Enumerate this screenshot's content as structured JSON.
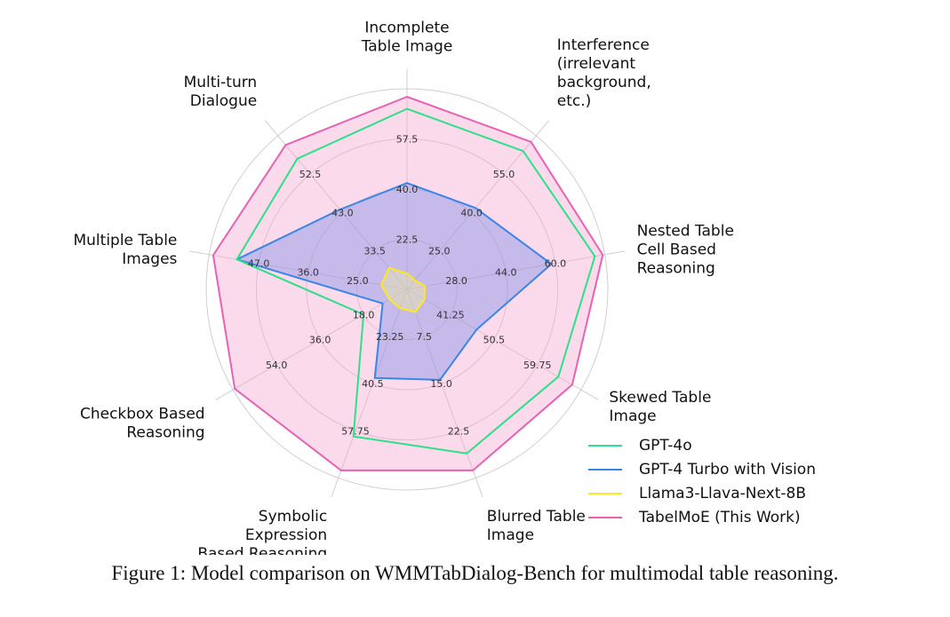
{
  "chart_data": {
    "type": "radar",
    "axes": [
      "Incomplete\nTable Image",
      "Interference\n(irrelevant\nbackground,\netc.)",
      "Nested Table\nCell Based\nReasoning",
      "Skewed Table\nImage",
      "Blurred Table\nImage",
      "Symbolic\nExpression\nBased Reasoning",
      "Checkbox Based\nReasoning",
      "Multiple Table\nImages",
      "Multi-turn\nDialogue"
    ],
    "ticks": [
      [
        "22.5",
        "40.0",
        "57.5"
      ],
      [
        "25.0",
        "40.0",
        "55.0"
      ],
      [
        "28.0",
        "44.0",
        "60.0"
      ],
      [
        "41.25",
        "50.5",
        "59.75"
      ],
      [
        "7.5",
        "15.0",
        "22.5"
      ],
      [
        "23.25",
        "40.5",
        "57.75"
      ],
      [
        "18.0",
        "36.0",
        "54.0"
      ],
      [
        "25.0",
        "36.0",
        "47.0"
      ],
      [
        "33.5",
        "43.0",
        "52.5"
      ]
    ],
    "series": [
      {
        "name": "GPT-4o",
        "color": "#2ee08a",
        "fill": "none",
        "values": [
          0.9,
          0.9,
          0.95,
          0.87,
          0.87,
          0.78,
          0.25,
          0.86,
          0.85
        ]
      },
      {
        "name": "GPT-4 Turbo with Vision",
        "color": "#3a86e8",
        "fill": "#7b8fe6",
        "values": [
          0.53,
          0.53,
          0.73,
          0.4,
          0.48,
          0.47,
          0.14,
          0.86,
          0.52
        ]
      },
      {
        "name": "Llama3-Llava-Next-8B",
        "color": "#ffe81f",
        "fill": "#f0eba0",
        "values": [
          0.08,
          0.06,
          0.09,
          0.1,
          0.12,
          0.1,
          0.1,
          0.13,
          0.14
        ]
      },
      {
        "name": "TabelMoE (This Work)",
        "color": "#e762b5",
        "fill": "#f4a6cf",
        "values": [
          0.96,
          0.96,
          0.99,
          0.95,
          0.96,
          0.96,
          0.99,
          0.98,
          0.94
        ]
      }
    ],
    "legend_position": "bottom-right",
    "grid": true
  },
  "caption": "Figure 1: Model comparison on WMMTabDialog-Bench for multimodal table reasoning."
}
